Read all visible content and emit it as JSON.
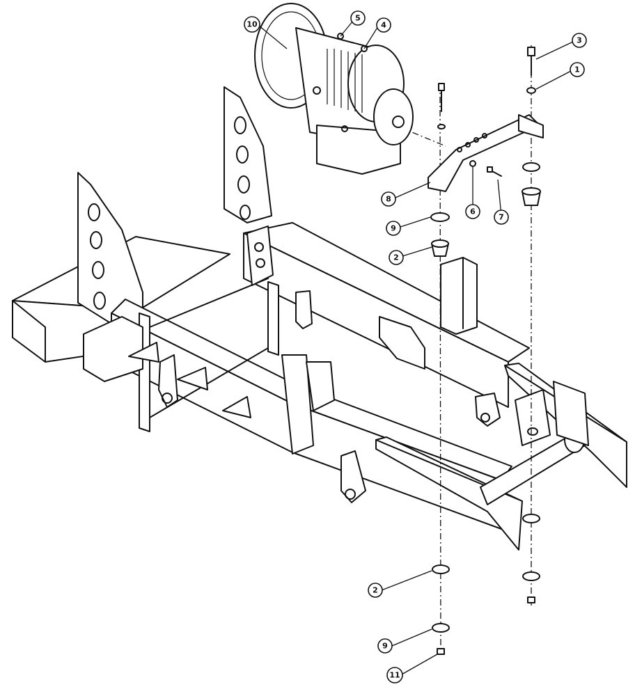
{
  "callouts": [
    {
      "id": "c10",
      "label": "10"
    },
    {
      "id": "c5",
      "label": "5"
    },
    {
      "id": "c4",
      "label": "4"
    },
    {
      "id": "c3",
      "label": "3"
    },
    {
      "id": "c1",
      "label": "1"
    },
    {
      "id": "c8",
      "label": "8"
    },
    {
      "id": "c6",
      "label": "6"
    },
    {
      "id": "c7",
      "label": "7"
    },
    {
      "id": "c9a",
      "label": "9"
    },
    {
      "id": "c2a",
      "label": "2"
    },
    {
      "id": "c2b",
      "label": "2"
    },
    {
      "id": "c9b",
      "label": "9"
    },
    {
      "id": "c11",
      "label": "11"
    }
  ]
}
